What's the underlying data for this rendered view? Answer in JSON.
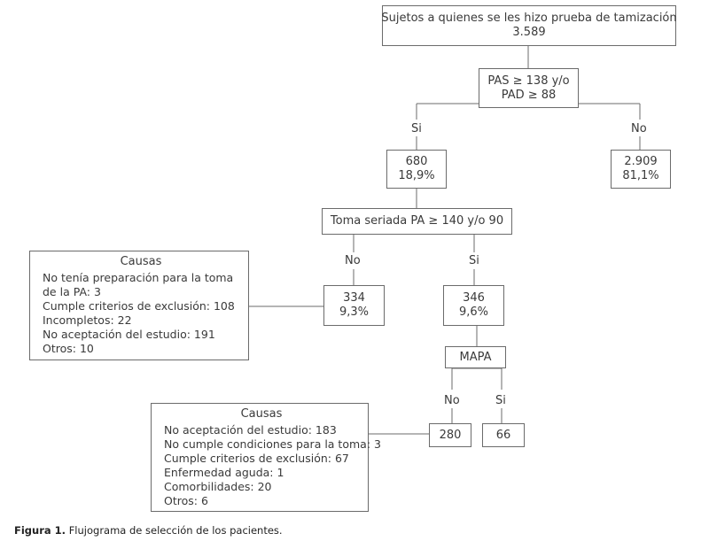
{
  "screened": {
    "label": "Sujetos a quienes se les hizo prueba de tamización",
    "value": "3.589"
  },
  "criteria": {
    "line1": "PAS ≥ 138 y/o",
    "line2": "PAD ≥ 88"
  },
  "branch1": {
    "yes_label": "Si",
    "no_label": "No"
  },
  "yes_group": {
    "count": "680",
    "percent": "18,9%"
  },
  "no_group": {
    "count": "2.909",
    "percent": "81,1%"
  },
  "serial": {
    "label": "Toma seriada PA ≥ 140 y/o 90"
  },
  "branch2": {
    "no_label": "No",
    "yes_label": "Si"
  },
  "serial_no": {
    "count": "334",
    "percent": "9,3%"
  },
  "serial_yes": {
    "count": "346",
    "percent": "9,6%"
  },
  "mapa": {
    "label": "MAPA"
  },
  "branch3": {
    "no_label": "No",
    "yes_label": "Si"
  },
  "mapa_no": {
    "count": "280"
  },
  "mapa_yes": {
    "count": "66"
  },
  "causes1": {
    "title": "Causas",
    "items": [
      "No tenía preparación para la toma",
      "de la PA: 3",
      "Cumple criterios de exclusión: 108",
      "Incompletos: 22",
      "No aceptación del estudio: 191",
      "Otros: 10"
    ]
  },
  "causes2": {
    "title": "Causas",
    "items": [
      "No aceptación del estudio: 183",
      "No cumple condiciones para la toma: 3",
      "Cumple criterios de exclusión: 67",
      "Enfermedad aguda: 1",
      "Comorbilidades: 20",
      "Otros: 6"
    ]
  },
  "caption": {
    "label": "Figura 1.",
    "text": "Flujograma de selección de los pacientes."
  }
}
